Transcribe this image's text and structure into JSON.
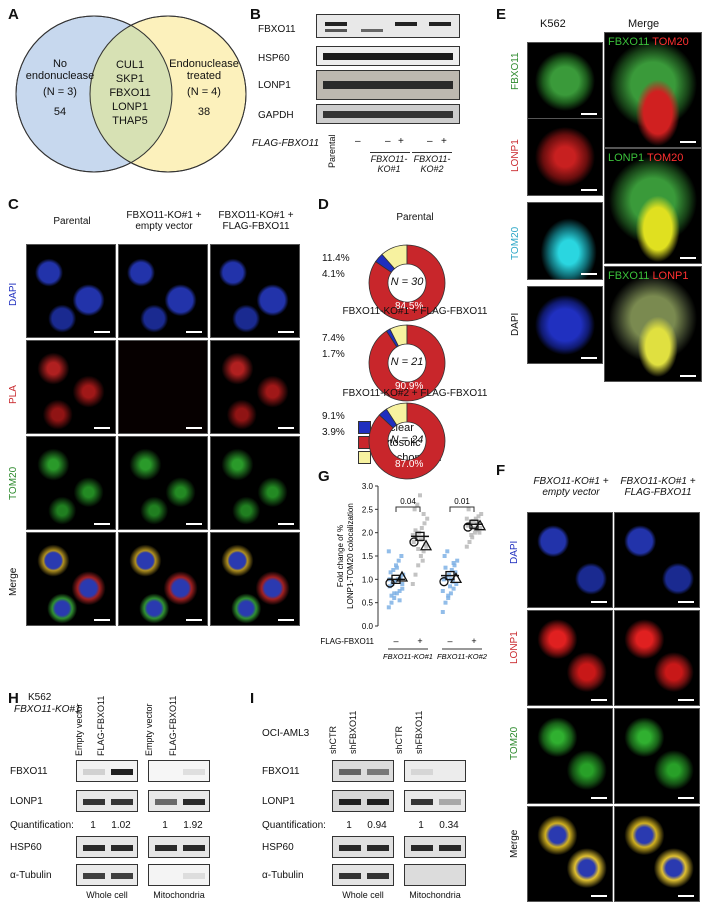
{
  "panels": {
    "A": "A",
    "B": "B",
    "C": "C",
    "D": "D",
    "E": "E",
    "F": "F",
    "G": "G",
    "H": "H",
    "I": "I"
  },
  "venn": {
    "left_title": "No endonuclease",
    "left_n": "(N = 3)",
    "left_count": "54",
    "shared": [
      "CUL1",
      "SKP1",
      "FBXO11",
      "LONP1",
      "THAP5"
    ],
    "right_title": "Endonuclease treated",
    "right_n": "(N = 4)",
    "right_count": "38",
    "colors": {
      "left": "#c7d8ee",
      "right": "#fbeeb0",
      "overlap": "#d7e1b4"
    }
  },
  "B": {
    "rows": [
      "FBXO11",
      "HSP60",
      "LONP1",
      "GAPDH"
    ],
    "flag_label": "FLAG-FBXO11",
    "signs": [
      "–",
      "–",
      "+",
      "–",
      "+"
    ],
    "lanes": [
      "Parental",
      "FBXO11-KO#1",
      "FBXO11-KO#2"
    ]
  },
  "C": {
    "cols": [
      "Parental",
      "FBXO11-KO#1 + empty vector",
      "FBXO11-KO#1 + FLAG-FBXO11"
    ],
    "rows": [
      "DAPI",
      "PLA",
      "TOM20",
      "Merge"
    ]
  },
  "D": {
    "donuts": [
      {
        "title": "Parental",
        "n": "N = 30",
        "nuclear": "4.1%",
        "mito": "11.4%",
        "cyto": "84.5%",
        "values": [
          4.1,
          84.5,
          11.4
        ]
      },
      {
        "title": "FBXO11-KO#1 + FLAG-FBXO11",
        "n": "N = 21",
        "nuclear": "1.7%",
        "mito": "7.4%",
        "cyto": "90.9%",
        "values": [
          1.7,
          90.9,
          7.4
        ]
      },
      {
        "title": "FBXO11-KO#2 + FLAG-FBXO11",
        "n": "N = 24",
        "nuclear": "3.9%",
        "mito": "9.1%",
        "cyto": "87.0%",
        "values": [
          3.9,
          87.0,
          9.1
        ]
      }
    ],
    "legend": [
      "Nuclear",
      "Cytosolic",
      "Mitochondrial"
    ],
    "colors": {
      "nuclear": "#1f2fbf",
      "cyto": "#c8262b",
      "mito": "#f7f2a0"
    }
  },
  "E": {
    "title": "K562",
    "merge_title": "Merge",
    "rows": [
      "FBXO11",
      "LONP1",
      "TOM20",
      "DAPI"
    ],
    "merge1": [
      "FBXO11",
      "TOM20"
    ],
    "merge2": [
      "LONP1",
      "TOM20"
    ],
    "merge3": [
      "FBXO11",
      "LONP1"
    ]
  },
  "F": {
    "cols": [
      "FBXO11-KO#1 + empty vector",
      "FBXO11-KO#1 + FLAG-FBXO11"
    ],
    "rows": [
      "DAPI",
      "LONP1",
      "TOM20",
      "Merge"
    ]
  },
  "chart_data": {
    "type": "scatter",
    "ylabel": "Fold change of % LONP1-TOM20 colocalization",
    "yticks": [
      "0.0",
      "0.5",
      "1.0",
      "1.5",
      "2.0",
      "2.5",
      "3.0"
    ],
    "ylim": [
      0,
      3.0
    ],
    "xlabel": "FLAG-FBXO11",
    "groups": [
      "FBXO11-KO#1",
      "FBXO11-KO#2"
    ],
    "signs": [
      "–",
      "+",
      "–",
      "+"
    ],
    "pvalues": [
      "0.04",
      "0.01"
    ],
    "means": [
      [
        0.92,
        1.0,
        1.05
      ],
      [
        1.8,
        1.92,
        1.72
      ],
      [
        0.95,
        1.08,
        1.02
      ],
      [
        2.12,
        2.18,
        2.15
      ]
    ],
    "points": [
      [
        0.4,
        0.5,
        0.6,
        0.7,
        0.75,
        0.8,
        0.85,
        0.9,
        0.95,
        1.0,
        1.05,
        1.1,
        1.15,
        1.2,
        1.3,
        1.4,
        1.5,
        1.6,
        0.65,
        0.7,
        1.25,
        0.55,
        0.9,
        1.0
      ],
      [
        0.9,
        1.1,
        1.3,
        1.5,
        1.6,
        1.7,
        1.8,
        1.9,
        2.0,
        2.1,
        2.2,
        2.3,
        2.5,
        2.6,
        2.8,
        1.4,
        1.75,
        1.95,
        2.05,
        1.65,
        1.85,
        2.4
      ],
      [
        0.3,
        0.5,
        0.6,
        0.7,
        0.8,
        0.9,
        1.0,
        1.05,
        1.1,
        1.2,
        1.3,
        1.4,
        1.5,
        1.6,
        0.85,
        0.95,
        1.15,
        0.75,
        1.25,
        0.65,
        1.0,
        1.35
      ],
      [
        1.7,
        1.8,
        1.9,
        2.0,
        2.05,
        2.1,
        2.15,
        2.2,
        2.25,
        2.3,
        2.35,
        2.4,
        2.5,
        1.95,
        2.1,
        2.2,
        2.0,
        2.3
      ]
    ],
    "colors": {
      "minus": "#7fb2e5",
      "plus": "#b9b9b9"
    }
  },
  "H": {
    "cell": "K562",
    "ko": "FBXO11-KO#1",
    "lanes": [
      "Empty vector",
      "FLAG-FBXO11",
      "Empty vector",
      "FLAG-FBXO11"
    ],
    "rows": [
      "FBXO11",
      "LONP1",
      "HSP60",
      "α-Tubulin"
    ],
    "quant_label": "Quantification:",
    "quant": [
      "1",
      "1.02",
      "1",
      "1.92"
    ],
    "bottom": [
      "Whole cell",
      "Mitochondria"
    ]
  },
  "I": {
    "cell": "OCI-AML3",
    "lanes": [
      "shCTR",
      "shFBXO11",
      "shCTR",
      "shFBXO11"
    ],
    "rows": [
      "FBXO11",
      "LONP1",
      "HSP60",
      "α-Tubulin"
    ],
    "quant_label": "Quantification:",
    "quant": [
      "1",
      "0.94",
      "1",
      "0.34"
    ],
    "bottom": [
      "Whole cell",
      "Mitochondria"
    ]
  }
}
